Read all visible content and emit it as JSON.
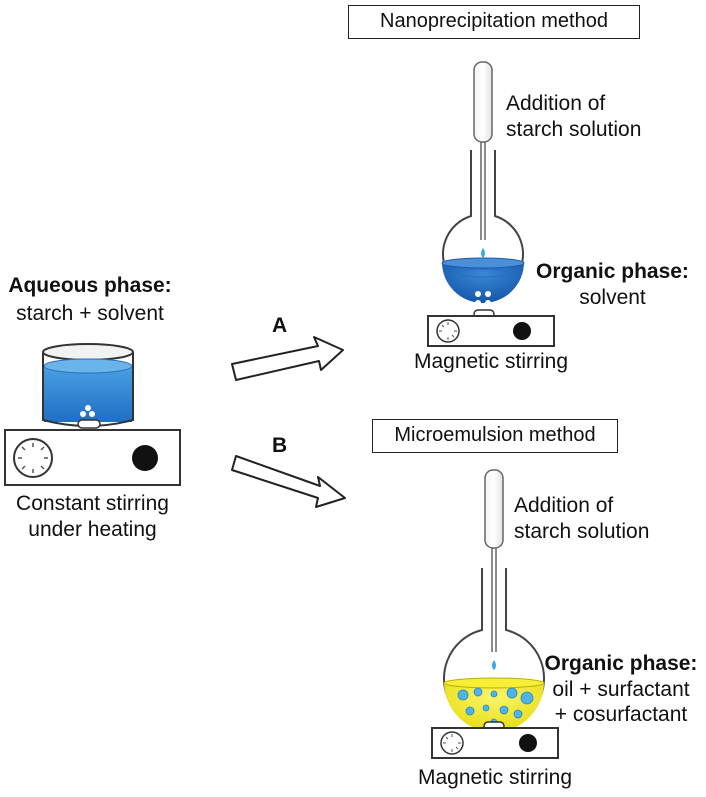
{
  "left": {
    "phase_title": "Aqueous phase:",
    "phase_detail": "starch + solvent",
    "caption_line1": "Constant stirring",
    "caption_line2": "under heating"
  },
  "arrows": {
    "a_label": "A",
    "b_label": "B"
  },
  "nanoprecipitation": {
    "title": "Nanoprecipitation method",
    "addition_line1": "Addition of",
    "addition_line2": "starch solution",
    "phase_title": "Organic phase:",
    "phase_detail": "solvent",
    "caption": "Magnetic stirring"
  },
  "microemulsion": {
    "title": "Microemulsion method",
    "addition_line1": "Addition of",
    "addition_line2": "starch solution",
    "phase_title": "Organic phase:",
    "phase_line2": "oil + surfactant",
    "phase_line3": "+ cosurfactant",
    "caption": "Magnetic stirring"
  },
  "colors": {
    "aqueous": "#3d8fd6",
    "solvent": "#1f6fc4",
    "oil": "#f5ee1f",
    "droplet": "#4fb3e6"
  }
}
